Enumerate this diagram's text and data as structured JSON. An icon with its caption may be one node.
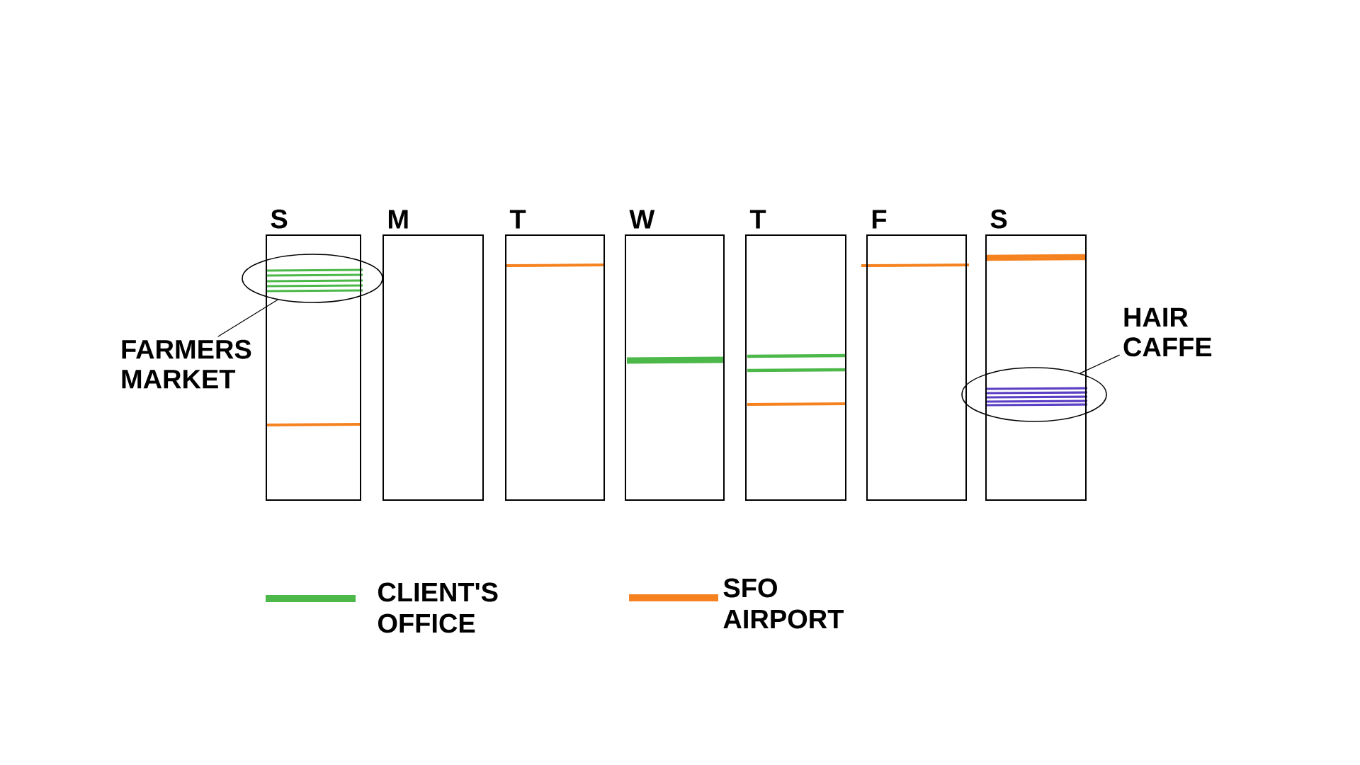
{
  "diagram": {
    "nodes": [
      {
        "text": [
          "S"
        ]
      },
      {
        "text": [
          "M"
        ]
      },
      {
        "text": [
          "T"
        ]
      },
      {
        "text": [
          "W"
        ]
      },
      {
        "text": [
          "T"
        ]
      },
      {
        "text": [
          "F"
        ]
      },
      {
        "text": [
          "S"
        ]
      },
      {
        "text": [
          "FARMERS MARKET"
        ]
      },
      {
        "text": [],
        "shape": "ellipse"
      },
      {
        "text": [
          "HAIR CAFFE"
        ]
      },
      {
        "text": [],
        "shape": "ellipse"
      }
    ],
    "edges": [
      {
        "from": 7,
        "to": 8,
        "arrow": "none"
      },
      {
        "from": 9,
        "to": 10,
        "arrow": "none"
      }
    ],
    "legend": [
      {
        "text": "CLIENT'S OFFICE",
        "color": "#4cb849"
      },
      {
        "text": "SFO AIRPORT",
        "color": "#f5821f"
      }
    ]
  }
}
